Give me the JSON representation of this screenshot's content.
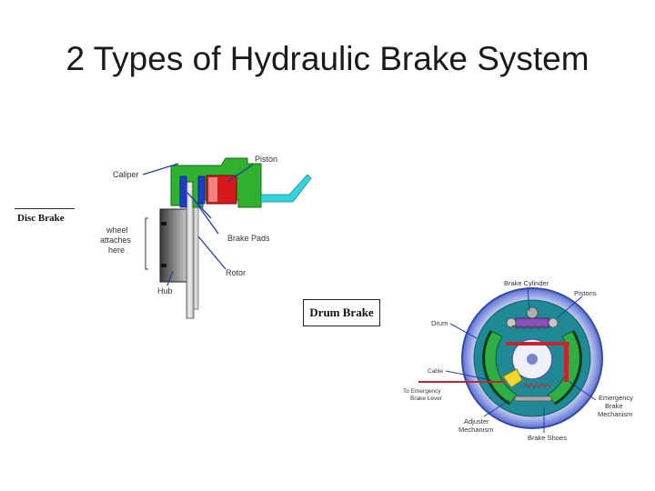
{
  "title": "2 Types of Hydraulic Brake System",
  "disc_brake": {
    "heading": "Disc Brake",
    "labels": {
      "caliper": "Caliper",
      "piston": "Piston",
      "wheel_1": "wheel",
      "wheel_2": "attaches",
      "wheel_3": "here",
      "brake_pads": "Brake Pads",
      "rotor": "Rotor",
      "hub": "Hub"
    }
  },
  "drum_brake": {
    "heading": "Drum Brake",
    "labels": {
      "brake_cylinder": "Brake Cylinder",
      "pistons": "Pistons",
      "drum": "Drum",
      "cable": "Cable",
      "lever_1": "To Emergency",
      "lever_2": "Brake Lever",
      "emergency_1": "Emergency",
      "emergency_2": "Brake",
      "emergency_3": "Mechanism",
      "adjuster_1": "Adjuster",
      "adjuster_2": "Mechanism",
      "brake_shoes": "Brake Shoes"
    }
  },
  "colors": {
    "caliper_green": "#2fb02f",
    "piston_red": "#d61a1a",
    "fluid_cyan": "#33d4dd",
    "leader_blue": "#1f3fa8",
    "drum_blue": "#5a6fd0",
    "shoe_green": "#2fae45",
    "spring_red": "#c2262e"
  }
}
